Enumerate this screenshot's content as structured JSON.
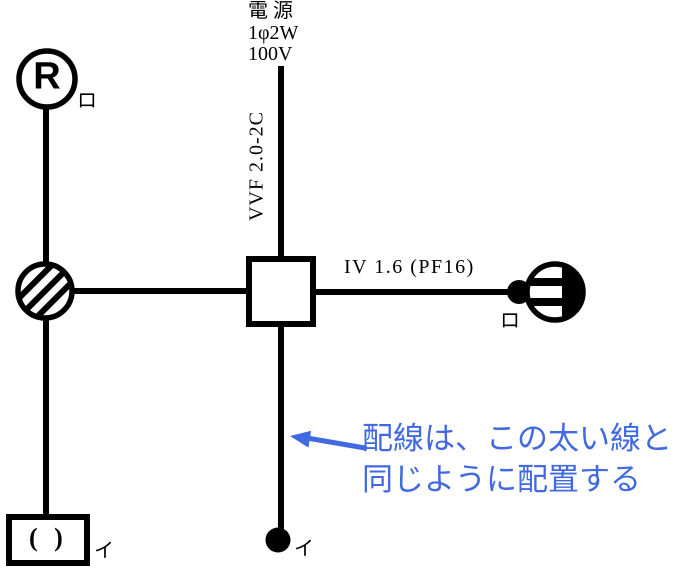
{
  "colors": {
    "wire": "#000000",
    "annotation": "#4169e1",
    "background": "#ffffff"
  },
  "power_source": {
    "title": "電 源",
    "phase": "1φ2W",
    "voltage": "100V"
  },
  "cables": {
    "feed_label": "VVF 2.0-2C",
    "branch_label": "IV 1.6 (PF16)"
  },
  "devices": {
    "lamp_receptacle": {
      "letter": "R",
      "circuit_label": "ロ"
    },
    "wall_lamp": {
      "circuit_label": "ロ"
    },
    "ceiling_rose": {
      "symbol": "( )",
      "circuit_label": "イ"
    },
    "bottom_switch": {
      "circuit_label": "イ"
    }
  },
  "annotation": {
    "line1": "配線は、この太い線と",
    "line2": "同じように配置する"
  }
}
